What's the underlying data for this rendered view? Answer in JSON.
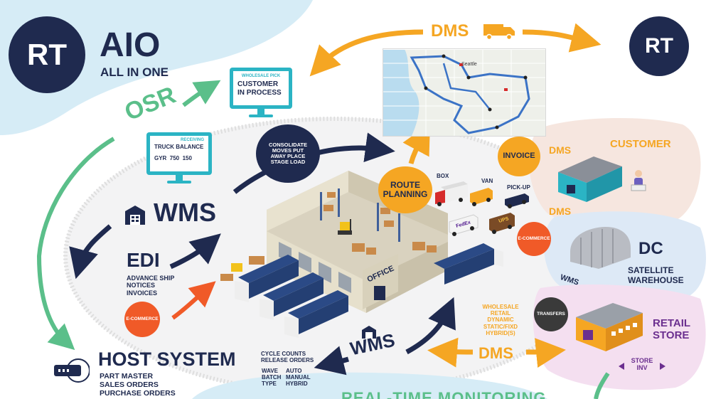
{
  "brand": {
    "rt_left": "RT",
    "aio": "AIO",
    "all_in_one": "ALL IN ONE",
    "rt_right": "RT"
  },
  "flows": {
    "osr": "OSR",
    "dms_top": "DMS",
    "dms_bottom": "DMS"
  },
  "monitors": {
    "wholesale": {
      "caption": "WHOLESALE PICK",
      "text": "CUSTOMER IN PROCESS"
    },
    "receiving": {
      "caption": "RECEIVING",
      "text": "TRUCK BALANCE",
      "values": "GYR  750  150"
    }
  },
  "wms": {
    "label": "WMS",
    "tasks": "CONSOLIDATE MOVES PUT AWAY PLACE STAGE LOAD"
  },
  "edi": {
    "label": "EDI",
    "items": [
      "ADVANCE SHIP",
      "NOTICES",
      "INVOICES"
    ],
    "ecommerce": "E-COMMERCE"
  },
  "host": {
    "label": "HOST SYSTEM",
    "items": [
      "PART MASTER",
      "SALES ORDERS",
      "PURCHASE ORDERS"
    ]
  },
  "wms_bottom": {
    "label": "WMS",
    "cycle": [
      "CYCLE COUNTS",
      "RELEASE ORDERS"
    ],
    "col1": [
      "WAVE",
      "BATCH",
      "TYPE"
    ],
    "col2": [
      "AUTO",
      "MANUAL",
      "HYBRID"
    ]
  },
  "route": {
    "label_1": "ROUTE",
    "label_2": "PLANNING"
  },
  "map": {
    "city": "Seattle"
  },
  "vehicles": {
    "box": "BOX",
    "van": "VAN",
    "pickup": "PICK-UP",
    "fedex": "FedEx",
    "ups": "UPS",
    "ecommerce": "E-COMMERCE"
  },
  "warehouse": {
    "office": "OFFICE"
  },
  "customer": {
    "invoice": "INVOICE",
    "dms_a": "DMS",
    "customer": "CUSTOMER",
    "dms_b": "DMS"
  },
  "dc": {
    "dc": "DC",
    "satellite": "SATELLITE",
    "warehouse": "WAREHOUSE",
    "wms": "WMS"
  },
  "retail": {
    "transfers": "TRANSFERS",
    "retail": "RETAIL",
    "store": "STORE",
    "store_inv_1": "STORE",
    "store_inv_2": "INV"
  },
  "dms_bottom_list": [
    "WHOLESALE",
    "RETAIL",
    "DYNAMIC",
    "STATIC/FIXD",
    "HYBRID(S)"
  ],
  "footer": {
    "text": "REAL-TIME MONITORING"
  },
  "colors": {
    "navy": "#1f2a4f",
    "orange": "#f5a623",
    "green": "#5bbf8a",
    "red_orange": "#f05a28",
    "light_blue": "#d6ecf6",
    "teal": "#2bb4c4",
    "purple": "#6b2f8f"
  }
}
